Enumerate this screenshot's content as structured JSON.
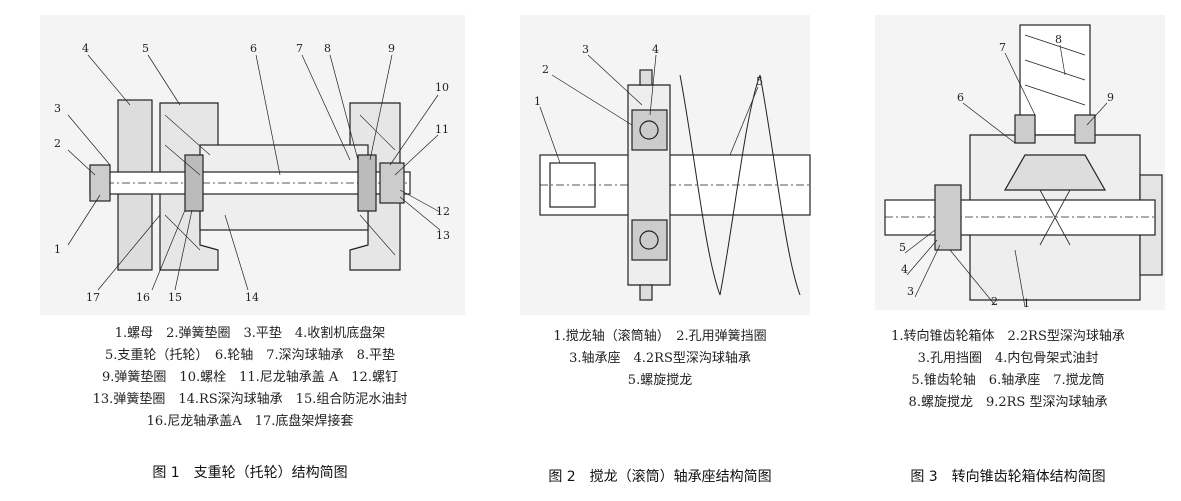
{
  "figures": [
    {
      "callouts": [
        "1",
        "2",
        "3",
        "4",
        "5",
        "6",
        "7",
        "8",
        "9",
        "10",
        "11",
        "12",
        "13",
        "14",
        "15",
        "16",
        "17"
      ],
      "legend_lines": [
        "1.螺母　2.弹簧垫圈　3.平垫　4.收割机底盘架",
        "5.支重轮（托轮）　6.轮轴　7.深沟球轴承　8.平垫",
        "9.弹簧垫圈　10.螺栓　11.尼龙轴承盖 A　12.螺钉",
        "13.弹簧垫圈　14.RS深沟球轴承　15.组合防泥水油封",
        "16.尼龙轴承盖A　17.底盘架焊接套"
      ],
      "caption": "图 1　支重轮（托轮）结构简图"
    },
    {
      "callouts": [
        "1",
        "2",
        "3",
        "4",
        "5"
      ],
      "legend_lines": [
        "1.搅龙轴（滚筒轴）　2.孔用弹簧挡圈",
        "3.轴承座　4.2RS型深沟球轴承",
        "5.螺旋搅龙"
      ],
      "caption": "图 2　搅龙（滚筒）轴承座结构简图"
    },
    {
      "callouts": [
        "1",
        "2",
        "3",
        "4",
        "5",
        "6",
        "7",
        "8",
        "9"
      ],
      "legend_lines": [
        "1.转向锥齿轮箱体　2.2RS型深沟球轴承",
        "3.孔用挡圈　4.内包骨架式油封",
        "5.锥齿轮轴　6.轴承座　7.搅龙筒",
        "8.螺旋搅龙　9.2RS 型深沟球轴承"
      ],
      "caption": "图 3　转向锥齿轮箱体结构简图"
    }
  ]
}
